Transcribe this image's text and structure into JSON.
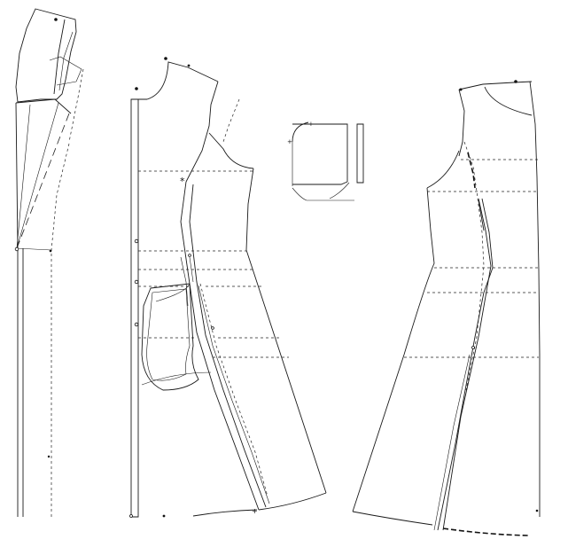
{
  "figure": {
    "description_visible_text": "",
    "stroke_color": "#1a1a1a",
    "background_color": "#ffffff",
    "pieces": [
      {
        "id": "collar-strip",
        "icon": "pattern-piece"
      },
      {
        "id": "front-panel",
        "icon": "pattern-piece"
      },
      {
        "id": "pocket-piece",
        "icon": "pattern-piece"
      },
      {
        "id": "back-panel",
        "icon": "pattern-piece"
      }
    ]
  }
}
